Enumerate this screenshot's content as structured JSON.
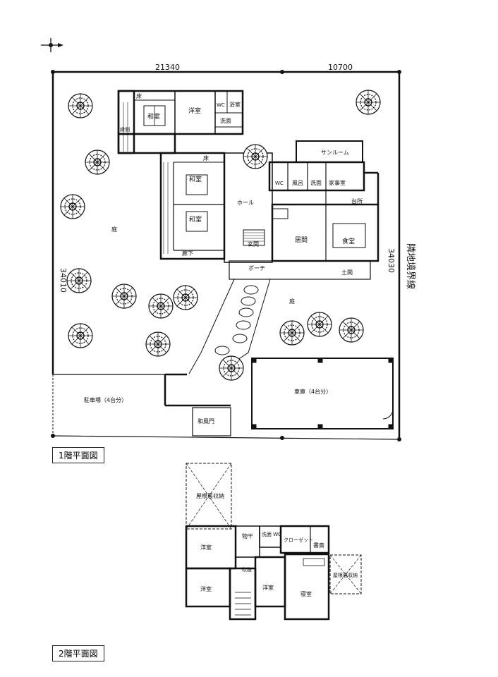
{
  "dimensions": {
    "top_left": "21340",
    "top_right": "10700",
    "left": "34010",
    "right": "34030",
    "boundary_label": "隣地境界線"
  },
  "floor1": {
    "title": "1階平面図",
    "rooms": {
      "washitsu_a": "和室",
      "yoshitsu_a": "洋室",
      "toko_a": "床",
      "wc_a": "WC",
      "bath_a": "浴室",
      "wash_a": "洗面",
      "engawa": "縁側",
      "toko_b": "床",
      "washitsu_b": "和室",
      "washitsu_c": "和室",
      "hall": "ホール",
      "corridor": "廊下",
      "sunroom": "サンルーム",
      "wc_b": "WC",
      "bath_b": "風呂",
      "wash_b": "洗面",
      "utility": "家事室",
      "kitchen": "台所",
      "genkan": "玄関",
      "living": "居間",
      "dining": "食堂",
      "porch": "ポーチ",
      "doma": "土間",
      "garden_a": "庭",
      "garden_b": "庭",
      "garage": "車庫（4台分）",
      "parking": "駐車場（4台分）",
      "gate": "和風門"
    }
  },
  "floor2": {
    "title": "2階平面図",
    "rooms": {
      "attic_a": "屋根裏収納",
      "attic_b": "屋根裏収納",
      "yoshitsu_a": "洋室",
      "yoshitsu_b": "洋室",
      "yoshitsu_c": "洋室",
      "drying": "物干",
      "wash": "洗面\nWC",
      "closet": "クローゼット",
      "study": "書斎",
      "stair": "吹抜",
      "bedroom": "寝室"
    }
  }
}
